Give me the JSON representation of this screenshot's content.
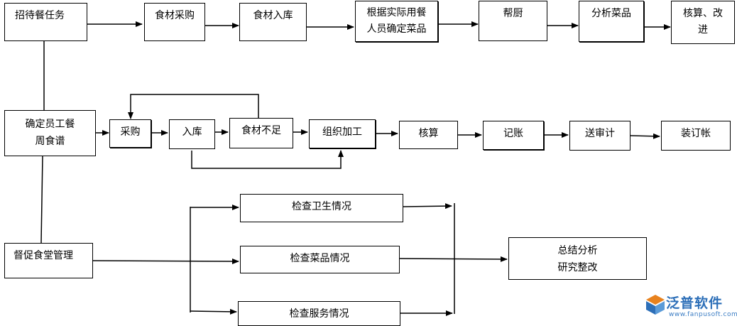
{
  "row1": {
    "zhaodai": "招待餐任务",
    "caigou": "食材采购",
    "ruku": "食材入库",
    "queding": "根据实际用餐\n人员确定菜品",
    "bangchu": "帮厨",
    "fenxi": "分析菜品",
    "hesuan": "核算、改\n进"
  },
  "row2": {
    "zhoushipu": "确定员工餐\n周食谱",
    "caigou": "采购",
    "ruku": "入库",
    "buzu": "食材不足",
    "jiagong": "组织加工",
    "hesuan": "核算",
    "jizhang": "记账",
    "songshen": "送审计",
    "zhuangding": "装订帐"
  },
  "row3": {
    "duchu": "督促食堂管理",
    "weisheng": "检查卫生情况",
    "caipin": "检查菜品情况",
    "fuwu": "检查服务情况",
    "zongjie": "总结分析\n研究整改"
  },
  "logo": {
    "name": "泛普软件",
    "url": "www.fanpusoft.com"
  },
  "colors": {
    "line": "#000000",
    "logo_blue": "#2d6fb8",
    "logo_orange": "#e8821e"
  }
}
